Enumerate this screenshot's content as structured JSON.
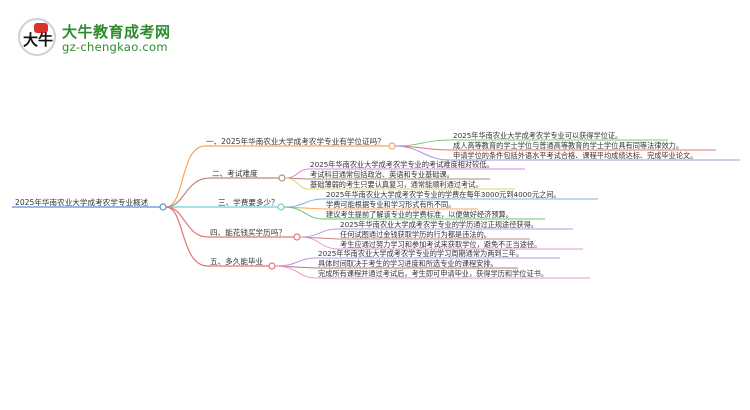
{
  "logo": {
    "badge_glyph": "大牛",
    "title": "大牛教育成考网",
    "url": "gz-chengkao.com"
  },
  "mindmap": {
    "root": {
      "label": "2025年华南农业大学成考农学专业概述",
      "color": "#5b8fd6"
    },
    "branches": [
      {
        "label": "一、2025年华南农业大学成考农学专业有学位证吗？",
        "color": "#f5a55a",
        "leaves": [
          {
            "label": "2025年华南农业大学成考农学专业可以获得学位证。",
            "color": "#7cc97c"
          },
          {
            "label": "成人高等教育的学士学位与普通高等教育的学士学位具有同等法律效力。",
            "color": "#e57373"
          },
          {
            "label": "申请学位的条件包括外语水平考试合格、课程平均成绩达标、完成毕业论文。",
            "color": "#a98fe0"
          }
        ]
      },
      {
        "label": "二、考试难度",
        "color": "#b78b80",
        "leaves": [
          {
            "label": "2025年华南农业大学成考农学专业的考试难度相对较低。",
            "color": "#e28ad4"
          },
          {
            "label": "考试科目通常包括政治、英语和专业基础课。",
            "color": "#b0857a"
          },
          {
            "label": "基础薄弱的考生只要认真复习，通常能顺利通过考试。",
            "color": "#d8d86a"
          }
        ]
      },
      {
        "label": "三、学费要多少？",
        "color": "#6fd0d8",
        "leaves": [
          {
            "label": "2025年华南农业大学成考农学专业的学费在每年3000元到4000元之间。",
            "color": "#7fb0e0"
          },
          {
            "label": "学费可能根据专业和学习形式有所不同。",
            "color": "#f5a55a"
          },
          {
            "label": "建议考生提前了解该专业的学费标准，以便做好经济预算。",
            "color": "#6cc46c"
          }
        ]
      },
      {
        "label": "四、能花钱买学历吗？",
        "color": "#e57373",
        "leaves": [
          {
            "label": "2025年华南农业大学成考农学专业的学历通过正规途径获得。",
            "color": "#b69ae6"
          },
          {
            "label": "任何试图通过金钱获取学历的行为都是违法的。",
            "color": "#c08a80"
          },
          {
            "label": "考生应通过努力学习和参加考试来获取学位，避免不正当途径。",
            "color": "#e895d6"
          }
        ]
      },
      {
        "label": "五、多久能毕业",
        "color": "#e57373",
        "leaves": [
          {
            "label": "2025年华南农业大学成考农学专业的学习周期通常为两到三年。",
            "color": "#b69ae6"
          },
          {
            "label": "具体时间取决于考生的学习进度和所选专业的课程安排。",
            "color": "#b07a70"
          },
          {
            "label": "完成所有课程并通过考试后，考生即可申请毕业，获得学历和学位证书。",
            "color": "#e895d6"
          }
        ]
      }
    ]
  }
}
